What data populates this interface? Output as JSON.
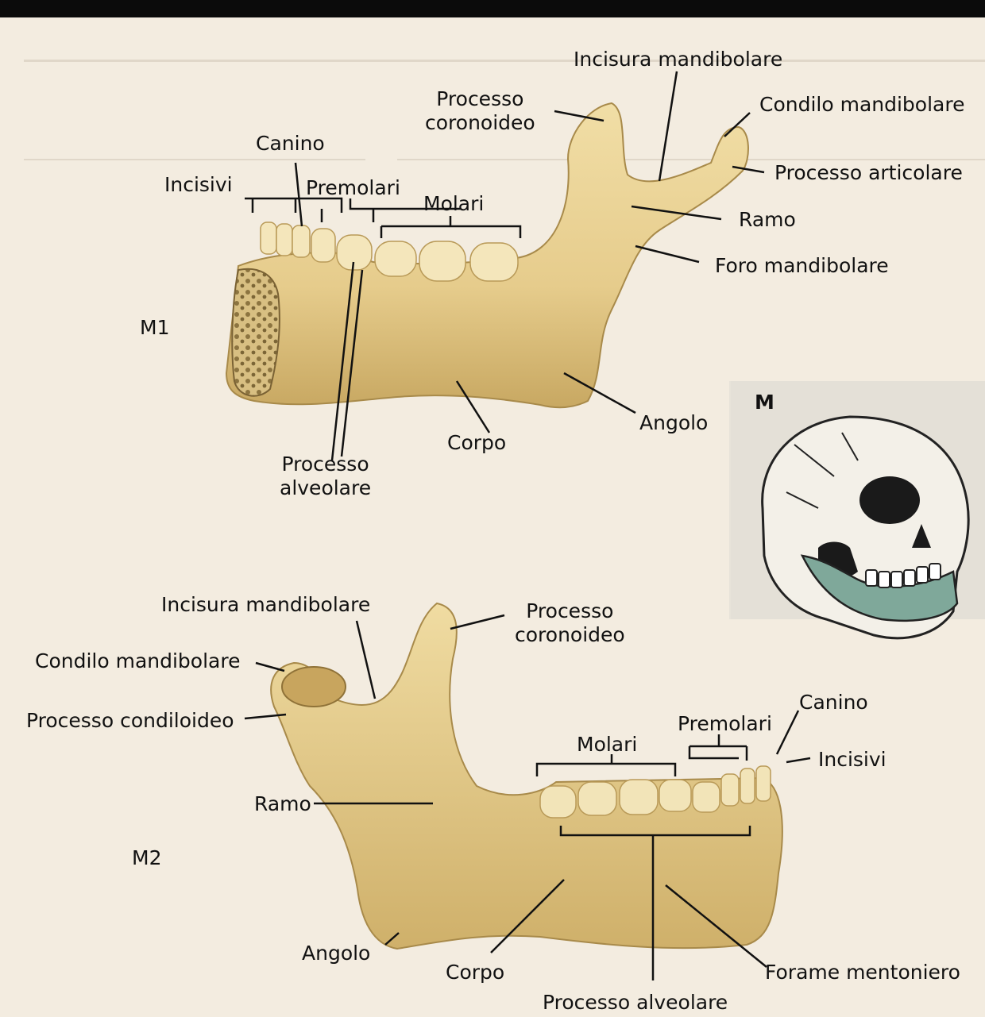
{
  "figure_M1": {
    "panel_label": "M1",
    "labels": {
      "incisura_mandibolare": "Incisura mandibolare",
      "processo_coronoideo": "Processo\ncoronoideo",
      "condilo_mandibolare": "Condilo mandibolare",
      "processo_articolare": "Processo articolare",
      "canino": "Canino",
      "incisivi": "Incisivi",
      "premolari": "Premolari",
      "molari": "Molari",
      "ramo": "Ramo",
      "foro_mandibolare": "Foro mandibolare",
      "angolo": "Angolo",
      "corpo": "Corpo",
      "processo_alveolare": "Processo\nalveolare"
    }
  },
  "figure_M2": {
    "panel_label": "M2",
    "labels": {
      "incisura_mandibolare": "Incisura mandibolare",
      "processo_coronoideo": "Processo\ncoronoideo",
      "condilo_mandibolare": "Condilo mandibolare",
      "processo_condiloideo": "Processo condiloideo",
      "ramo": "Ramo",
      "canino": "Canino",
      "premolari": "Premolari",
      "molari": "Molari",
      "incisivi": "Incisivi",
      "angolo": "Angolo",
      "corpo": "Corpo",
      "forame_mentoniero": "Forame mentoniero",
      "processo_alveolare": "Processo alveolare"
    }
  },
  "figure_M": {
    "panel_label": "M"
  },
  "colors": {
    "bone": "#e9d29a",
    "bone_shade": "#c9ab62",
    "tooth": "#f4e6bb",
    "highlight": "#7fa89a",
    "page_bg": "#f3ece0",
    "line": "#111111"
  }
}
